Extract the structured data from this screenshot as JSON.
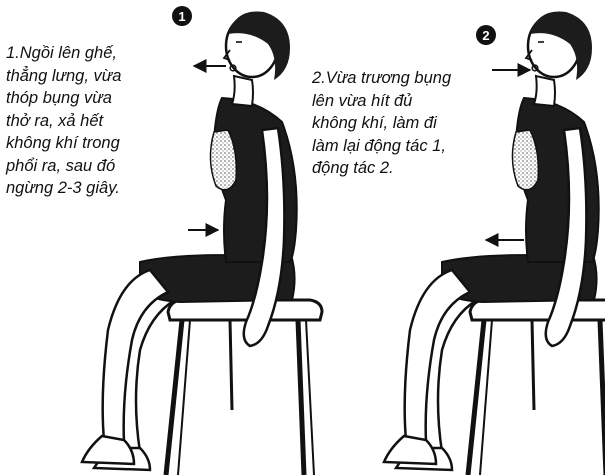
{
  "steps": [
    {
      "number": "1",
      "lines": [
        "1.Ngồi lên ghế,",
        "thẳng lưng, vừa",
        "thóp bụng vừa",
        "thở ra, xả hết",
        "không khí trong",
        "phổi ra, sau đó",
        "ngừng 2-3 giây."
      ]
    },
    {
      "number": "2",
      "lines": [
        "2.Vừa trương bụng",
        "lên vừa hít đủ",
        "không khí, làm đi",
        "làm lại động tác 1,",
        "động tác 2."
      ]
    }
  ],
  "colors": {
    "ink": "#111111",
    "paper": "#ffffff",
    "shirt": "#1c1c1c"
  }
}
